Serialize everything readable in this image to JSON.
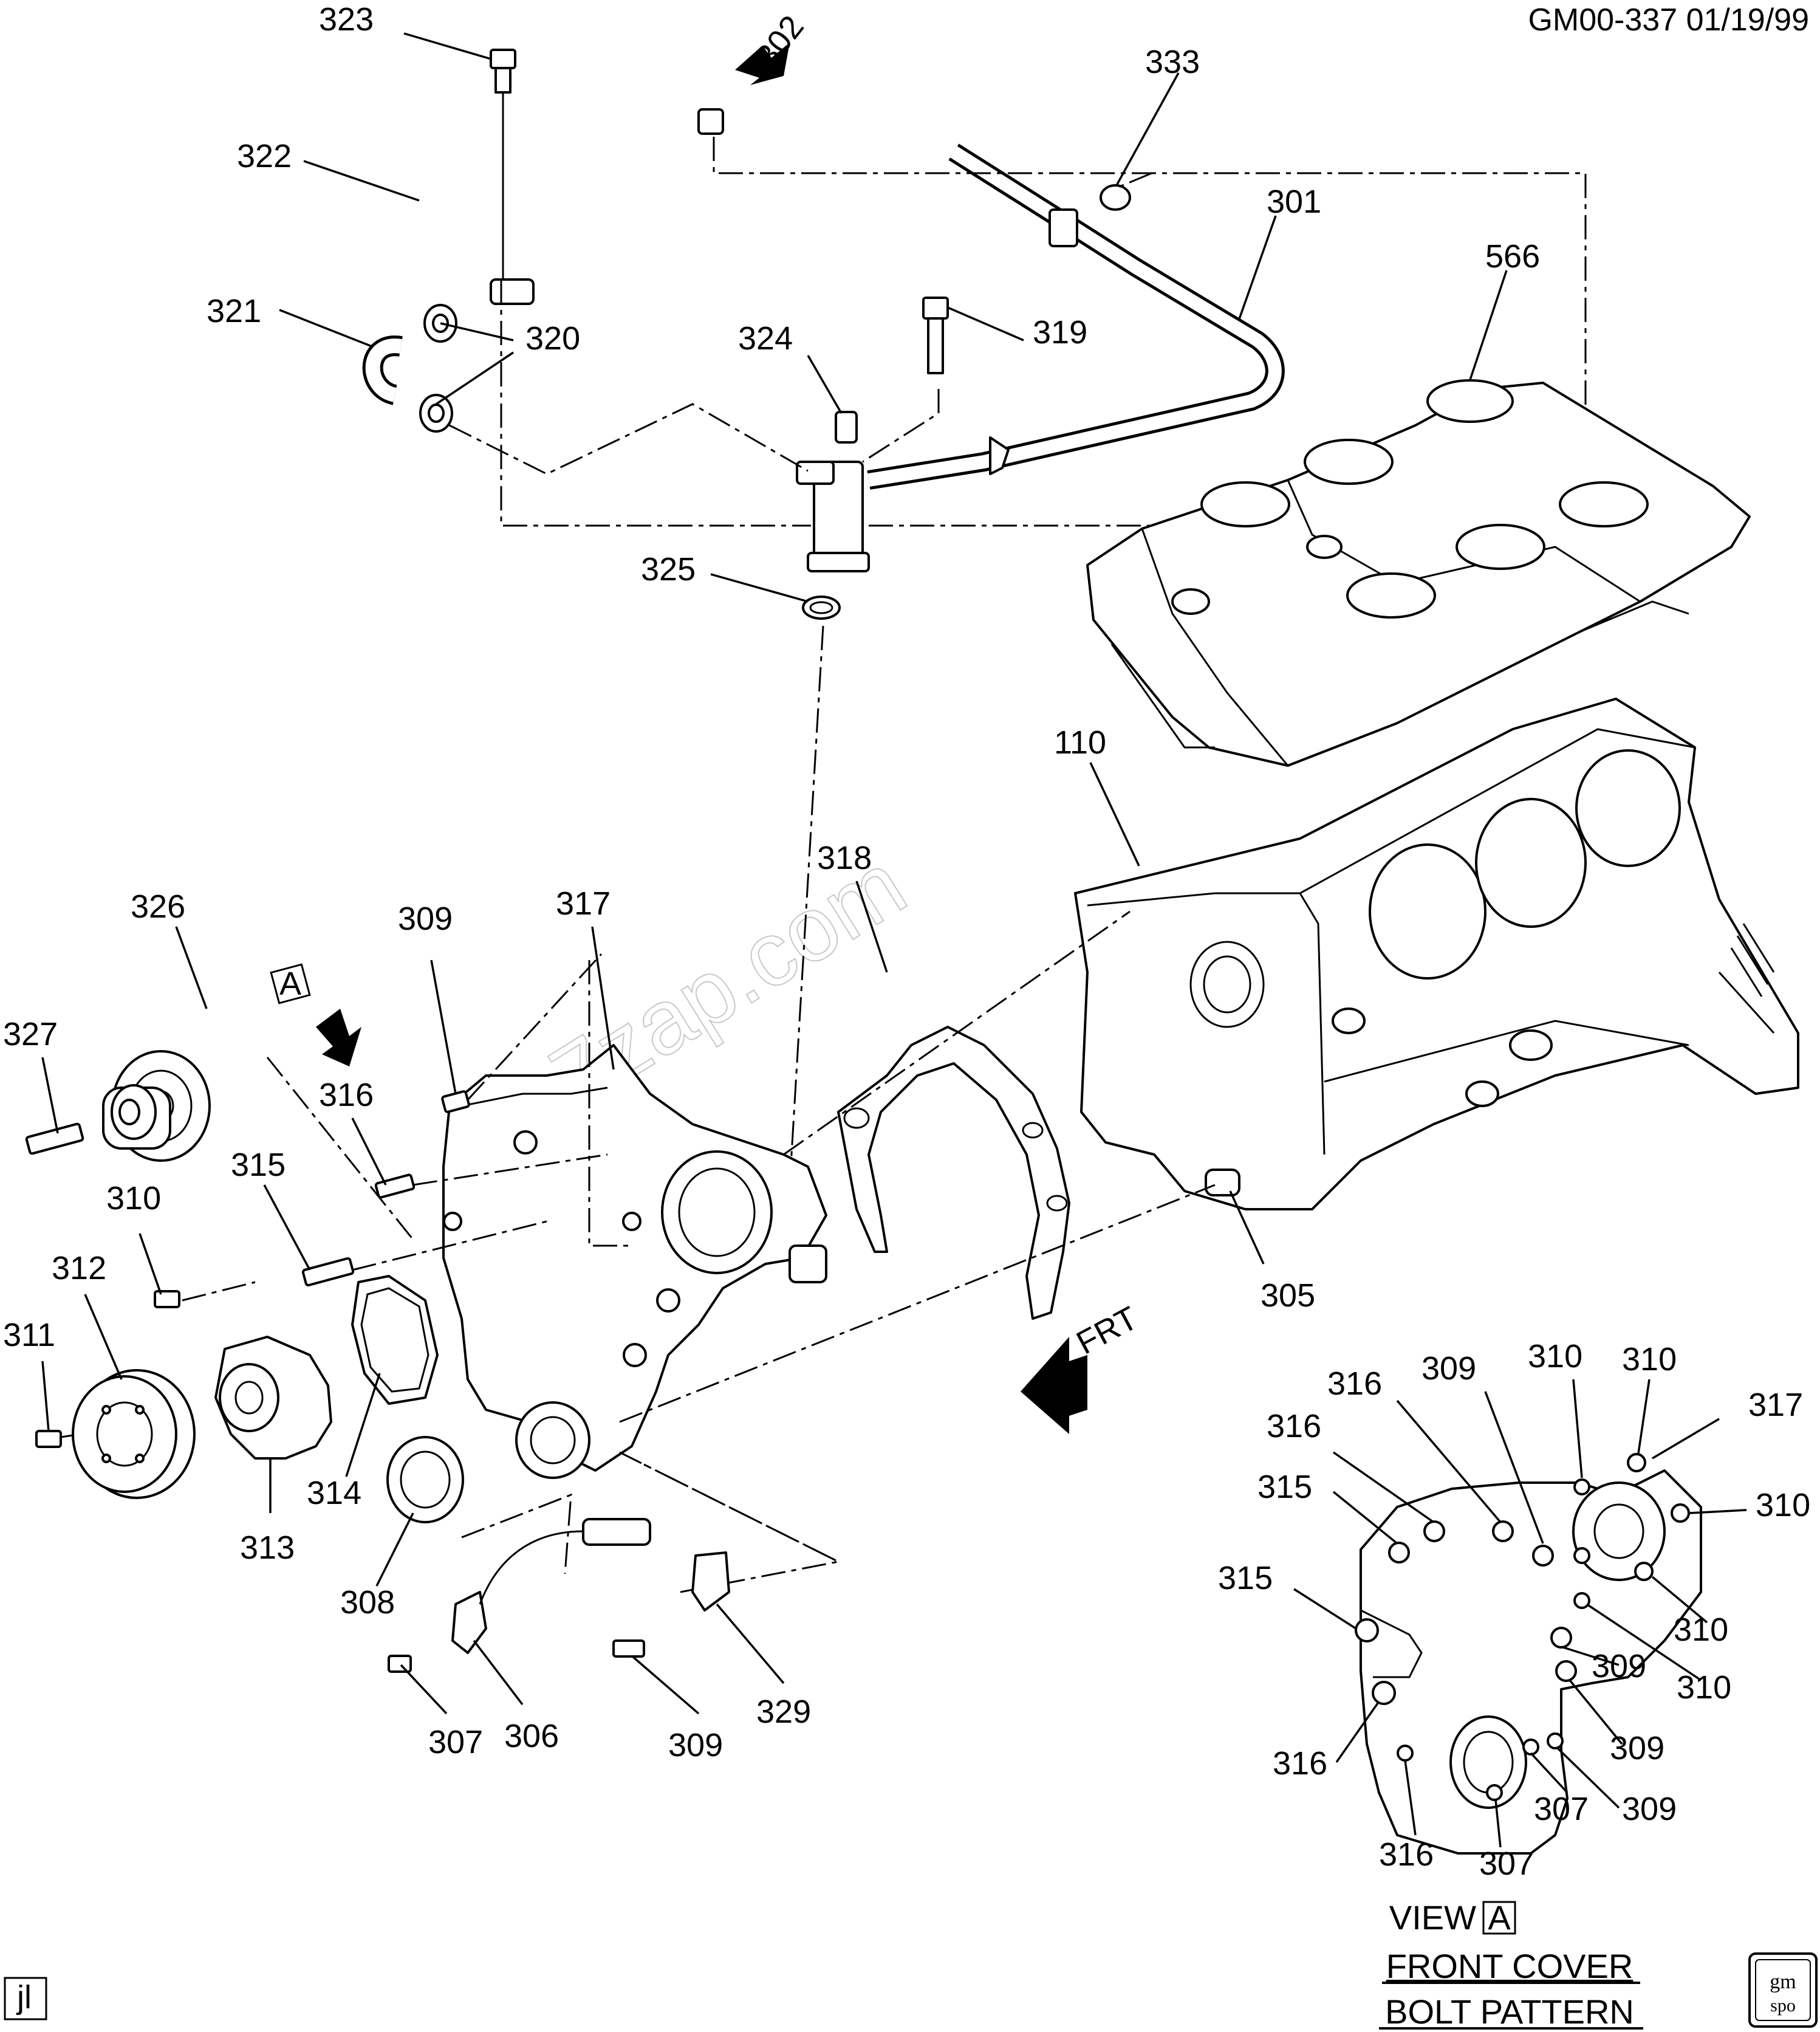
{
  "header": {
    "drawing_id": "GM00-337 01/19/99"
  },
  "watermark": "7zap.com",
  "view_label": {
    "prefix": "VIEW",
    "boxed": "A"
  },
  "arrow_a_label": "A",
  "frt_label": "FRT",
  "caption_lines": [
    "FRONT COVER",
    "BOLT PATTERN"
  ],
  "corner_tag": "jl",
  "gm_logo": [
    "gm",
    "spo"
  ],
  "callouts": {
    "c323": "323",
    "c302": "302",
    "c333": "333",
    "c322": "322",
    "c301": "301",
    "c566": "566",
    "c321": "321",
    "c320": "320",
    "c324": "324",
    "c319": "319",
    "c325": "325",
    "c110": "110",
    "c318": "318",
    "c326": "326",
    "c309a": "309",
    "c317a": "317",
    "c327": "327",
    "c316a": "316",
    "c315a": "315",
    "c310a": "310",
    "c312": "312",
    "c311": "311",
    "c313": "313",
    "c314": "314",
    "c308": "308",
    "c305": "305",
    "c307a": "307",
    "c306": "306",
    "c309b": "309",
    "c329": "329",
    "v310a": "310",
    "v310b": "310",
    "v316a": "316",
    "v309a": "309",
    "v317": "317",
    "v316b": "316",
    "v315a": "315",
    "v310c": "310",
    "v315b": "315",
    "v310d": "310",
    "v309b": "309",
    "v310e": "310",
    "v316c": "316",
    "v309c": "309",
    "v307a": "307",
    "v309d": "309",
    "v316d": "316",
    "v307b": "307"
  }
}
